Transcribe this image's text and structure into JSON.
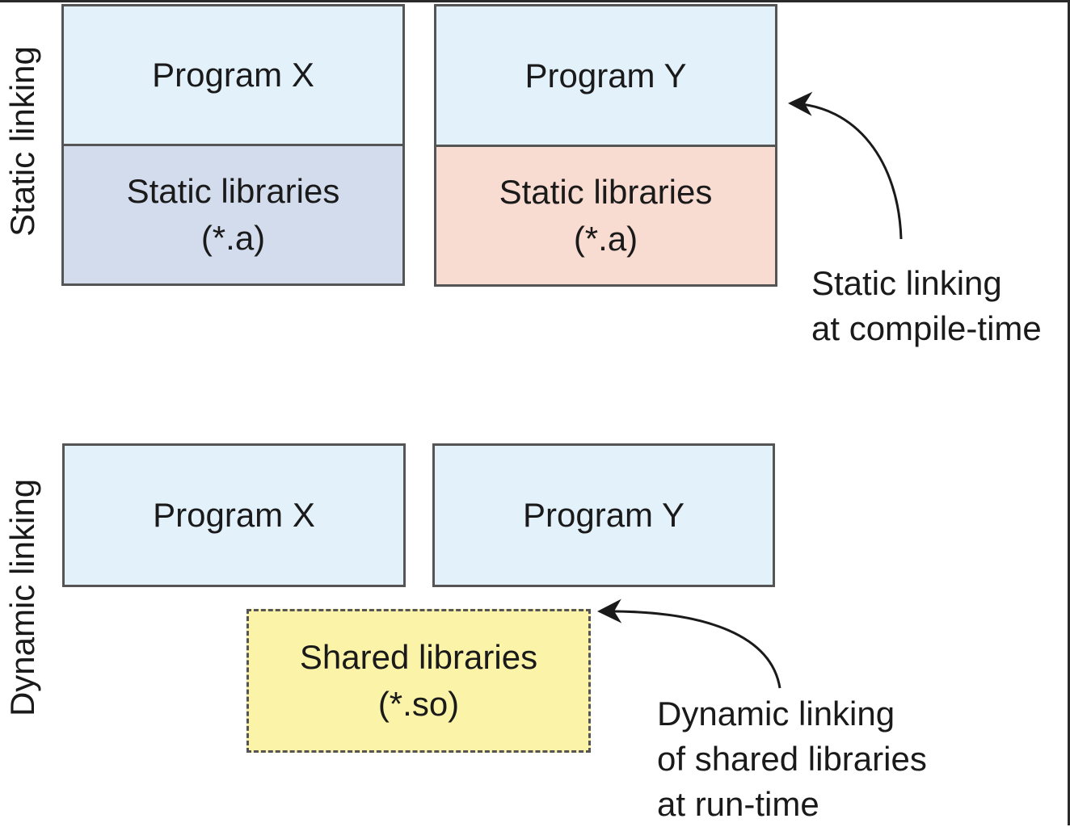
{
  "static_section": {
    "label": "Static linking",
    "program_x": "Program X",
    "program_y": "Program Y",
    "lib_x": {
      "line1": "Static libraries",
      "line2": "(*.a)"
    },
    "lib_y": {
      "line1": "Static libraries",
      "line2": "(*.a)"
    },
    "note": {
      "line1": "Static linking",
      "line2": "at compile-time"
    }
  },
  "dynamic_section": {
    "label": "Dynamic linking",
    "program_x": "Program X",
    "program_y": "Program Y",
    "shared": {
      "line1": "Shared libraries",
      "line2": "(*.so)"
    },
    "note": {
      "line1": "Dynamic linking",
      "line2": "of shared libraries",
      "line3": "at run-time"
    }
  },
  "colors": {
    "program_fill": "#e3f1fb",
    "static_lib_x_fill": "#d3dcec",
    "static_lib_y_fill": "#f8dbd1",
    "shared_lib_fill": "#fbf3a8",
    "border": "#555555"
  }
}
